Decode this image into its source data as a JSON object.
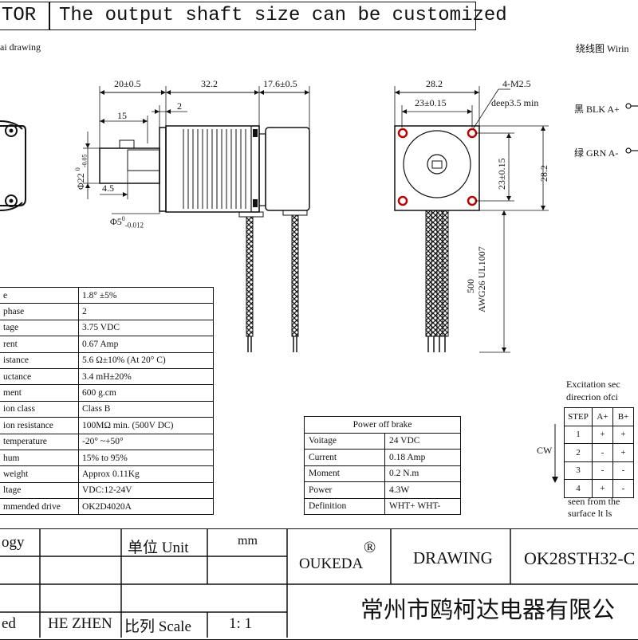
{
  "header": {
    "left": "TOR",
    "right": "The output shaft size can be customized"
  },
  "views": {
    "left_caption": "ai drawing",
    "wiring_caption": "绕线图 Wirin",
    "wiring": [
      {
        "label": "黑 BLK A+"
      },
      {
        "label": "绿 GRN A-"
      }
    ]
  },
  "dimensions": {
    "side": {
      "d1": "20±0.5",
      "d2": "32.2",
      "d3": "17.6±0.5",
      "d4": "2",
      "d5": "15",
      "d6": "4.5",
      "shaft_dia_main": "Φ22",
      "shaft_dia_sup": "0",
      "shaft_dia_sub": "-0.05",
      "shaft_small_main": "Φ5",
      "shaft_small_sup": "0",
      "shaft_small_sub": "-0.012"
    },
    "front": {
      "width": "28.2",
      "holes": "4-M2.5",
      "hole_spacing": "23±0.15",
      "depth": "deep3.5 min",
      "vert_spacing": "23±0.15",
      "height": "28.2",
      "lead_length": "500",
      "wire_spec": "AWG26 UL1007"
    }
  },
  "specs": {
    "rows": [
      {
        "label": "e",
        "value": "1.8° ±5%"
      },
      {
        "label": "phase",
        "value": "2"
      },
      {
        "label": "tage",
        "value": "3.75 VDC"
      },
      {
        "label": "rent",
        "value": "0.67 Amp"
      },
      {
        "label": "istance",
        "value": "5.6 Ω±10% (At 20° C)"
      },
      {
        "label": "uctance",
        "value": "3.4 mH±20%"
      },
      {
        "label": "ment",
        "value": "600 g.cm"
      },
      {
        "label": "ion class",
        "value": "Class B"
      },
      {
        "label": "ion resistance",
        "value": "100MΩ min. (500V DC)"
      },
      {
        "label": "temperature",
        "value": "-20° ~+50°"
      },
      {
        "label": "hum",
        "value": "15% to 95%"
      },
      {
        "label": "weight",
        "value": "Approx 0.11Kg"
      },
      {
        "label": "ltage",
        "value": "VDC:12-24V"
      },
      {
        "label": "mmended drive",
        "value": "OK2D4020A"
      }
    ]
  },
  "brake": {
    "title": "Power off brake",
    "rows": [
      {
        "label": "Voitage",
        "value": "24 VDC"
      },
      {
        "label": "Current",
        "value": "0.18 Amp"
      },
      {
        "label": "Moment",
        "value": "0.2 N.m"
      },
      {
        "label": "Power",
        "value": "4.3W"
      },
      {
        "label": "Definition",
        "value": "WHT+ WHT-"
      }
    ]
  },
  "excitation": {
    "title1": "Excitation sec",
    "title2": "direcrion ofci",
    "headers": [
      "STEP",
      "A+",
      "B+"
    ],
    "rows": [
      [
        "1",
        "+",
        "+"
      ],
      [
        "2",
        "-",
        "+"
      ],
      [
        "3",
        "-",
        "-"
      ],
      [
        "4",
        "+",
        "-"
      ]
    ],
    "cw": "CW",
    "note1": "seen from the",
    "note2": "surface lt ls"
  },
  "title_block": {
    "logy": "ogy",
    "unit": "单位 Unit",
    "unit_value": "mm",
    "brand": "OUKEDA",
    "reg": "®",
    "drawing": "DRAWING",
    "model": "OK28STH32-C",
    "company": "常州市鸥柯达电器有限公",
    "approved": "ed",
    "designer": "HE ZHEN",
    "scale": "比列 Scale",
    "scale_value": "1: 1"
  }
}
